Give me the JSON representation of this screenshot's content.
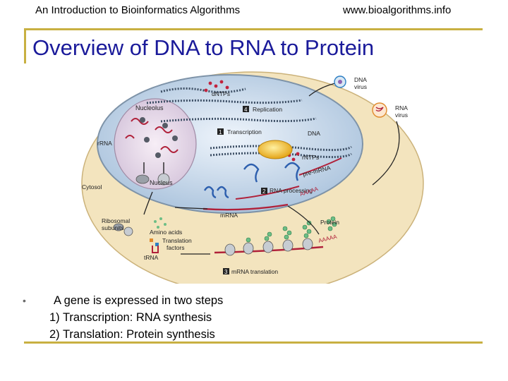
{
  "header": {
    "left": "An Introduction to Bioinformatics Algorithms",
    "right": "www.bioalgorithms.info"
  },
  "slide": {
    "title": "Overview of DNA to RNA to Protein"
  },
  "figure": {
    "labels": {
      "dntps": "dNTPs",
      "replication": "Replication",
      "step4": "4",
      "nucleolus": "Nucleolus",
      "rrna": "rRNA",
      "transcription": "Transcription",
      "step1": "1",
      "dna": "DNA",
      "ntps": "rNTPs",
      "pre_mrna": "pre-mRNA",
      "nucleus": "Nucleus",
      "cytosol": "Cytosol",
      "rna_processing": "RNA processing",
      "step2": "2",
      "poly_a1": "AAAAA",
      "mrna": "mRNA",
      "ribosomal1": "Ribosomal",
      "ribosomal2": "subunits",
      "amino_acids": "Amino acids",
      "translation_factors1": "Translation",
      "translation_factors2": "factors",
      "trna": "tRNA",
      "protein": "Protein",
      "poly_a2": "AAAAA",
      "mrna_translation": "mRNA translation",
      "step3": "3",
      "dna_virus1": "DNA",
      "dna_virus2": "virus",
      "rna_virus1": "RNA",
      "rna_virus2": "virus"
    }
  },
  "bullets": {
    "marker": "•",
    "main": "A gene is expressed in two steps",
    "step1": "1)  Transcription: RNA synthesis",
    "step2": "2)  Translation: Protein synthesis"
  }
}
